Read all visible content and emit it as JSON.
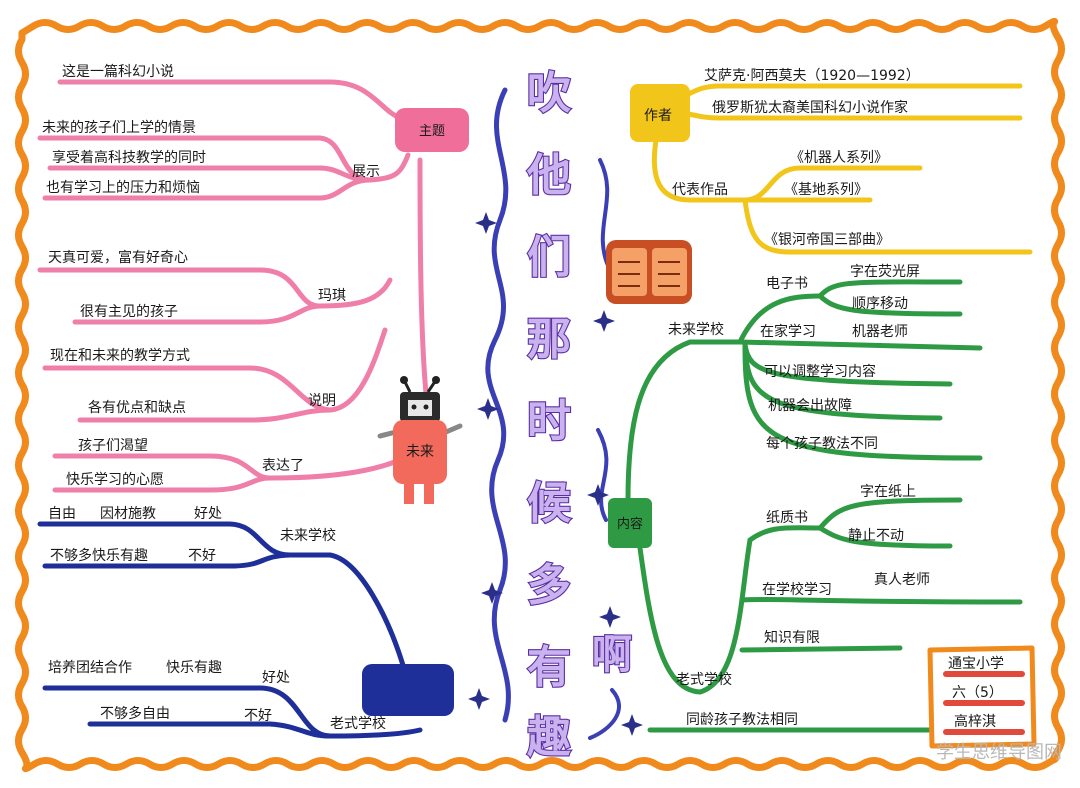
{
  "title": {
    "chars": [
      "吹",
      "他",
      "们",
      "那",
      "时",
      "候",
      "多",
      "有",
      "趣",
      "啊"
    ]
  },
  "colors": {
    "border": "#f08a1c",
    "pink": "#ef7fa8",
    "navy": "#1e2f9a",
    "green": "#2f9a44",
    "yellow": "#f2c51b",
    "purple": "#8f65d6"
  },
  "left": {
    "center_label": "未来",
    "theme": {
      "label": "主题",
      "leaves": [
        "这是一篇科幻小说"
      ],
      "show": {
        "label": "展示",
        "leaves": [
          "未来的孩子们上学的情景",
          "享受着高科技教学的同时",
          "也有学习上的压力和烦恼"
        ]
      }
    },
    "magee": {
      "label": "玛琪",
      "leaves": [
        "天真可爱，富有好奇心",
        "很有主见的孩子"
      ]
    },
    "explain": {
      "label": "说明",
      "leaves": [
        "现在和未来的教学方式",
        "各有优点和缺点"
      ]
    },
    "express": {
      "label": "表达了",
      "leaves": [
        "孩子们渴望",
        "快乐学习的心愿"
      ]
    },
    "future_school": {
      "label": "未来学校",
      "rows": [
        {
          "a": "自由",
          "b": "因材施教",
          "tag": "好处"
        },
        {
          "a": "不够多快乐有趣",
          "b": "",
          "tag": "不好"
        }
      ]
    },
    "old_school": {
      "label": "老式学校",
      "rows": [
        {
          "a": "培养团结合作",
          "b": "快乐有趣",
          "tag": "好处"
        },
        {
          "a": "不够多自由",
          "b": "",
          "tag": "不好"
        }
      ]
    }
  },
  "right": {
    "author": {
      "label": "作者",
      "name": "艾萨克·阿西莫夫（1920—1992）",
      "desc": "俄罗斯犹太裔美国科幻小说作家",
      "works_label": "代表作品",
      "works": [
        "《机器人系列》",
        "《基地系列》",
        "《银河帝国三部曲》"
      ]
    },
    "content": {
      "label": "内容",
      "future": {
        "label": "未来学校",
        "book": {
          "label": "电子书",
          "leaves": [
            "字在荧光屏",
            "顺序移动"
          ]
        },
        "home": {
          "label": "在家学习",
          "leaf": "机器老师"
        },
        "leaves": [
          "可以调整学习内容",
          "机器会出故障",
          "每个孩子教法不同"
        ]
      },
      "old": {
        "label": "老式学校",
        "paper": {
          "label": "纸质书",
          "leaves": [
            "字在纸上",
            "静止不动"
          ]
        },
        "school": {
          "label": "在学校学习",
          "leaf": "真人老师"
        },
        "knowledge": "知识有限",
        "same": "同龄孩子教法相同"
      }
    }
  },
  "signature": {
    "school": "通宝小学",
    "class": "六（5）",
    "name": "高梓淇"
  },
  "watermark": "学生思维导图网"
}
